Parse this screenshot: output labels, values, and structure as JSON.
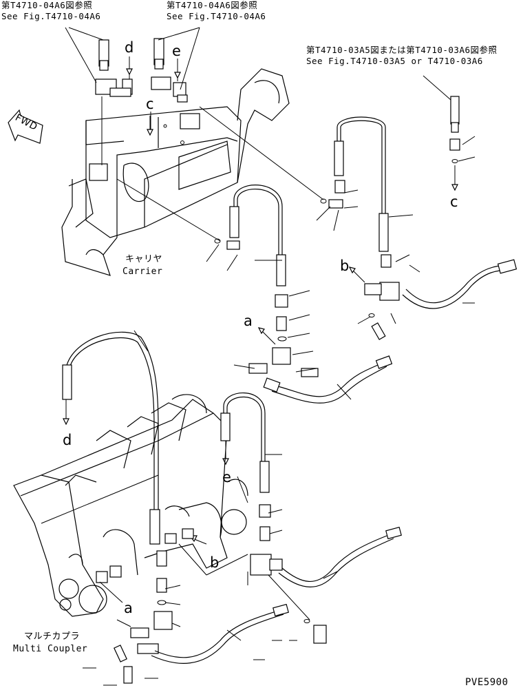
{
  "refs": {
    "top_left_jp": "第T4710-04A6図参照",
    "top_left_en": "See Fig.T4710-04A6",
    "top_mid_jp": "第T4710-04A6図参照",
    "top_mid_en": "See Fig.T4710-04A6",
    "top_right_jp": "第T4710-03A5図または第T4710-03A6図参照",
    "top_right_en": "See Fig.T4710-03A5 or T4710-03A6"
  },
  "letters": {
    "d_top": "d",
    "e_top": "e",
    "c_top": "c",
    "c_right": "c",
    "b_right": "b",
    "a_mid": "a",
    "d_bottom": "d",
    "e_bottom": "e",
    "b_bottom": "b",
    "a_bottom": "a"
  },
  "labels": {
    "fwd": "FWD",
    "carrier_jp": "キャリヤ",
    "carrier_en": "Carrier",
    "coupler_jp": "マルチカプラ",
    "coupler_en": "Multi Coupler",
    "figure_code": "PVE5900"
  },
  "colors": {
    "line": "#000000",
    "background": "#ffffff"
  }
}
